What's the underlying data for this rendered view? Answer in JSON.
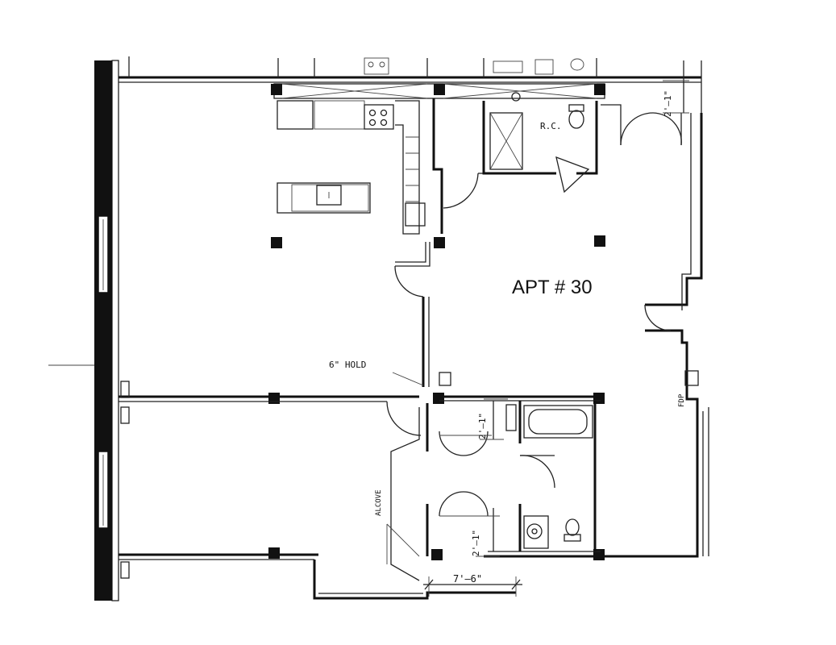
{
  "plan": {
    "title": "APT # 30",
    "notes": {
      "hold": "6\" HOLD",
      "rc": "R.C.",
      "fdp": "FDP",
      "alcove": "ALCOVE"
    },
    "dimensions": {
      "closet_top_right": "2'–1\"",
      "closet_upper": "2'–1\"",
      "closet_lower": "2'–1\"",
      "hall_width": "7'–6\""
    }
  },
  "colors": {
    "ink": "#111111",
    "paper": "#ffffff"
  }
}
